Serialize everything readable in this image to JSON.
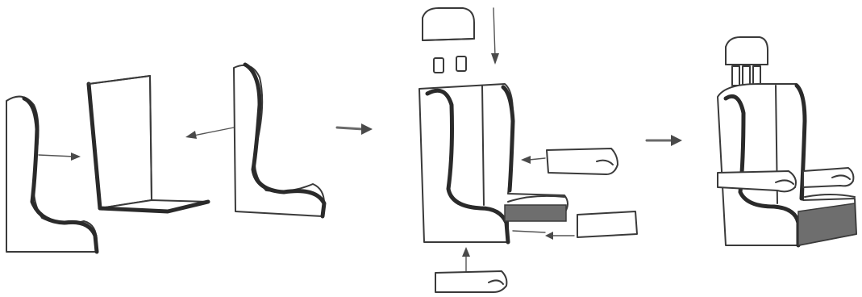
{
  "figure": {
    "kind": "exploded-assembly-illustration",
    "subject": "seat assembly",
    "stages": [
      {
        "id": "stage-1",
        "parts": [
          "left-side-panel",
          "backrest-seat-frame",
          "right-side-panel"
        ]
      },
      {
        "id": "stage-2",
        "parts": [
          "headrest",
          "headrest-posts",
          "assembled-shell",
          "armrest",
          "seat-cushion",
          "footrest-bar"
        ]
      },
      {
        "id": "stage-3",
        "parts": [
          "completed-seat"
        ]
      }
    ],
    "colors": {
      "line": "#3a3a3a",
      "background": "#ffffff",
      "shade": "#6e6e6e"
    }
  }
}
